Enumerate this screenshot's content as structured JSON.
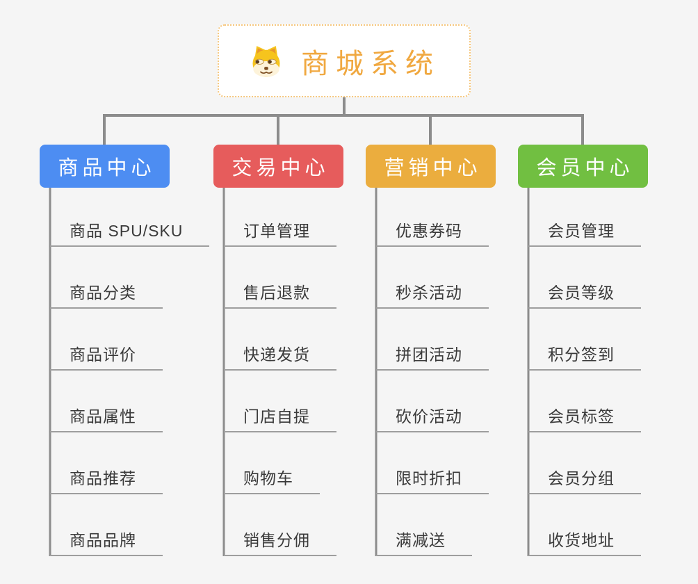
{
  "root": {
    "label": "商城系统",
    "icon": "doge-icon",
    "text_color": "#f0a840",
    "border_color": "#f6c77d",
    "background": "#ffffff"
  },
  "branches": [
    {
      "label": "商品中心",
      "color": "#4d8df2",
      "children": [
        "商品 SPU/SKU",
        "商品分类",
        "商品评价",
        "商品属性",
        "商品推荐",
        "商品品牌"
      ]
    },
    {
      "label": "交易中心",
      "color": "#e65c5c",
      "children": [
        "订单管理",
        "售后退款",
        "快递发货",
        "门店自提",
        "购物车",
        "销售分佣"
      ]
    },
    {
      "label": "营销中心",
      "color": "#ebad3e",
      "children": [
        "优惠券码",
        "秒杀活动",
        "拼团活动",
        "砍价活动",
        "限时折扣",
        "满减送"
      ]
    },
    {
      "label": "会员中心",
      "color": "#71bf41",
      "children": [
        "会员管理",
        "会员等级",
        "积分签到",
        "会员标签",
        "会员分组",
        "收货地址"
      ]
    }
  ],
  "colors": {
    "canvas_background": "#f5f5f5",
    "connector": "#8c8c8c",
    "leaf_underline": "#9e9e9e",
    "leaf_text": "#3a3a3a",
    "branch_text": "#ffffff"
  }
}
